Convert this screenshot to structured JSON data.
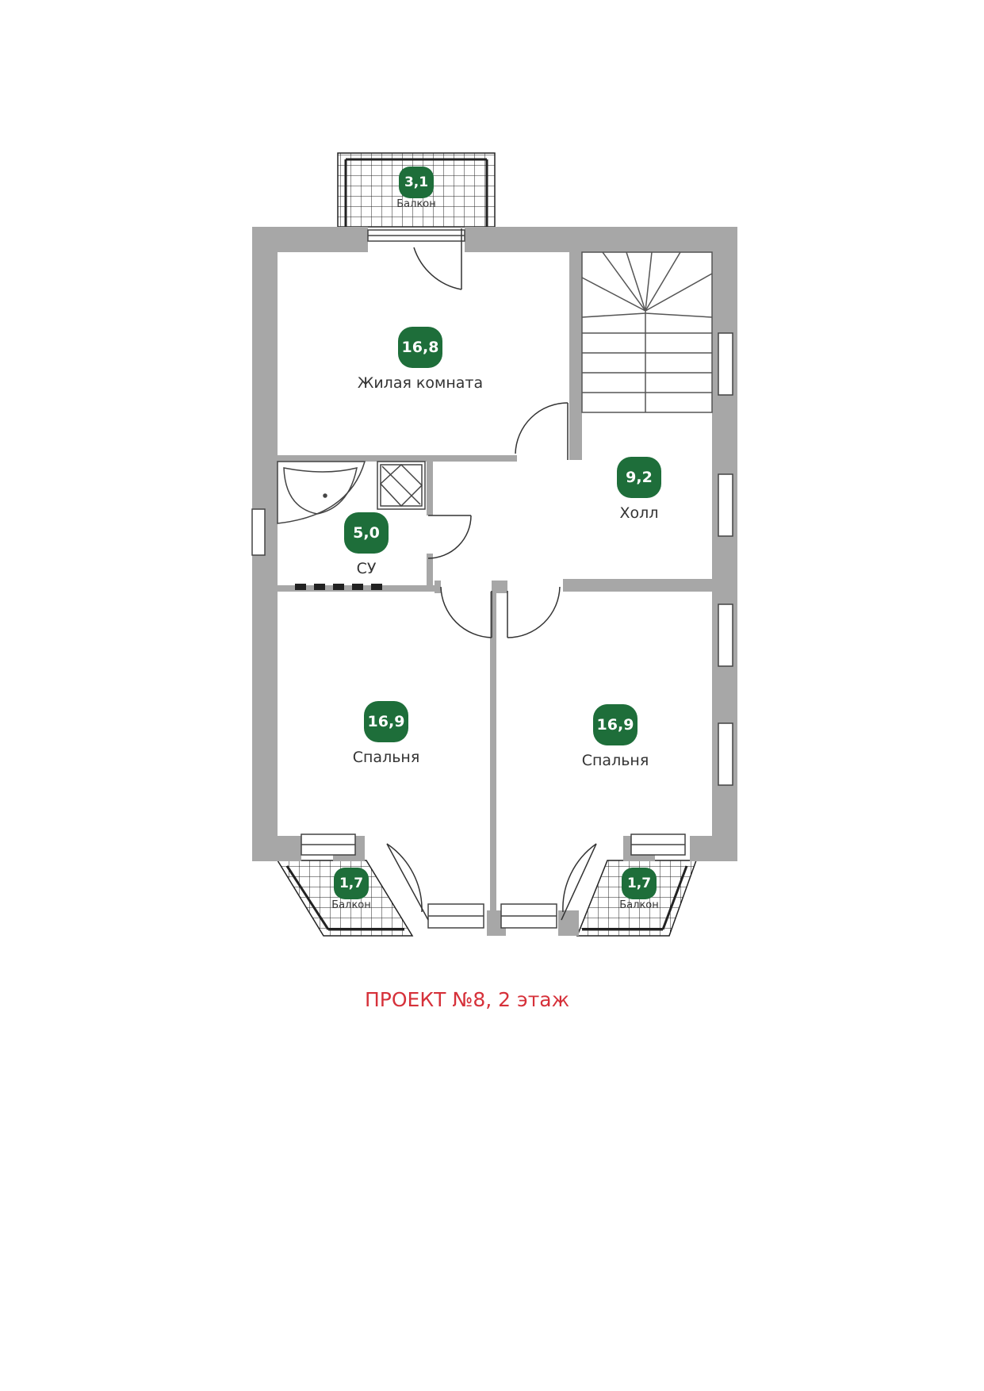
{
  "caption": "ПРОЕКТ №8, 2 этаж",
  "colors": {
    "wall": "#a7a7a7",
    "badge": "#1e6e3a",
    "badge_text": "#ffffff",
    "label_text": "#333333",
    "caption": "#d6313a"
  },
  "rooms": {
    "balcony_top": {
      "area": "3,1",
      "name": "Балкон"
    },
    "living_room": {
      "area": "16,8",
      "name": "Жилая комната"
    },
    "hall": {
      "area": "9,2",
      "name": "Холл"
    },
    "bathroom": {
      "area": "5,0",
      "name": "СУ"
    },
    "bedroom_left": {
      "area": "16,9",
      "name": "Спальня"
    },
    "bedroom_right": {
      "area": "16,9",
      "name": "Спальня"
    },
    "balcony_left": {
      "area": "1,7",
      "name": "Балкон"
    },
    "balcony_right": {
      "area": "1,7",
      "name": "Балкон"
    }
  }
}
